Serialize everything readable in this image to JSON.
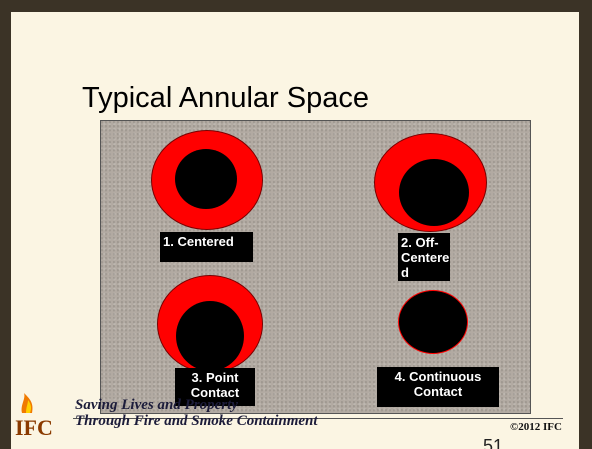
{
  "slide": {
    "title": "Typical Annular Space",
    "labels": {
      "centered": "1. Centered",
      "off_centered": "2. Off-Centere d",
      "point_contact": "3. Point Contact",
      "continuous_contact": "4. Continuous Contact"
    },
    "footer": {
      "tagline_line1": "Saving Lives and Property",
      "tagline_line2": "Through Fire and Smoke Containment",
      "page_number": "51",
      "copyright": "©2012 IFC",
      "logo_text": "IFC"
    }
  },
  "colors": {
    "ring": "#ff0000",
    "pipe": "#000000",
    "panel": "#b2aaa2",
    "background": "#fbf5e3"
  }
}
